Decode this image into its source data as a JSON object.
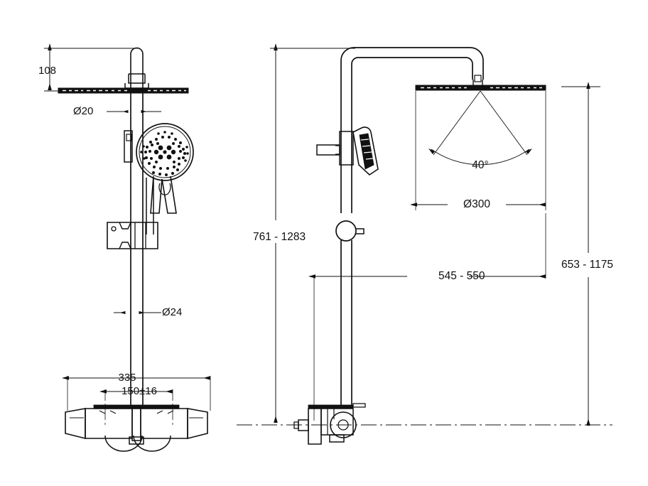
{
  "drawing": {
    "title": "Shower column technical drawing",
    "type": "engineering-dimension-drawing",
    "units": "mm",
    "line_color": "#111111",
    "background": "#ffffff",
    "views": [
      {
        "name": "front-view",
        "position": "left"
      },
      {
        "name": "side-view",
        "position": "right"
      }
    ]
  },
  "dimensions": {
    "head_height_offset": "108",
    "riser_pipe_dia": "Ø20",
    "slide_bar_dia": "Ø24",
    "valve_width": "335",
    "inlet_spacing": "150±16",
    "total_height_range": "761 - 1283",
    "head_height_range": "653 - 1175",
    "arm_reach_range": "545 - 550",
    "head_dia": "Ø300",
    "spray_angle": "40°"
  }
}
